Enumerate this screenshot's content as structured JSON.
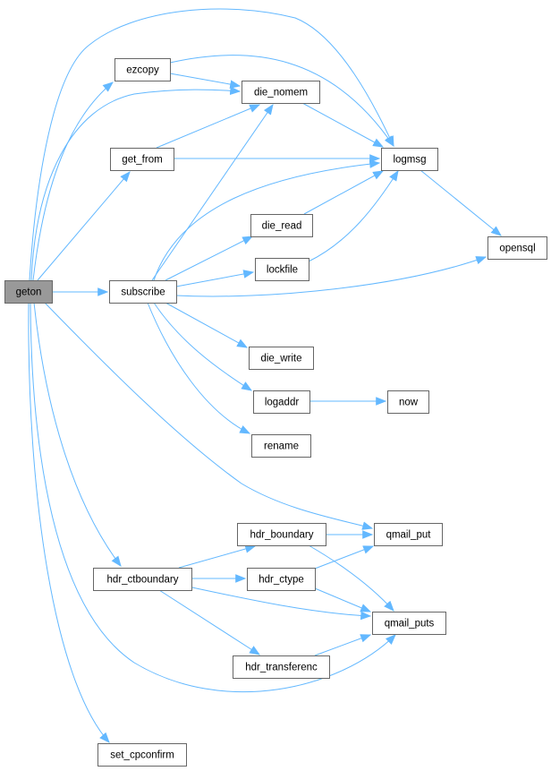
{
  "graph": {
    "root": "geton",
    "edge_color": "#63b8ff",
    "root_fill": "#999999",
    "nodes": [
      "geton",
      "ezcopy",
      "die_nomem",
      "get_from",
      "logmsg",
      "die_read",
      "opensql",
      "lockfile",
      "subscribe",
      "die_write",
      "logaddr",
      "now",
      "rename",
      "hdr_boundary",
      "qmail_put",
      "hdr_ctboundary",
      "hdr_ctype",
      "qmail_puts",
      "hdr_transferenc",
      "set_cpconfirm"
    ],
    "edges": [
      [
        "geton",
        "ezcopy"
      ],
      [
        "geton",
        "logmsg"
      ],
      [
        "geton",
        "die_nomem"
      ],
      [
        "geton",
        "get_from"
      ],
      [
        "geton",
        "subscribe"
      ],
      [
        "geton",
        "qmail_put"
      ],
      [
        "geton",
        "hdr_ctboundary"
      ],
      [
        "geton",
        "qmail_puts"
      ],
      [
        "geton",
        "set_cpconfirm"
      ],
      [
        "ezcopy",
        "logmsg"
      ],
      [
        "ezcopy",
        "die_nomem"
      ],
      [
        "get_from",
        "die_nomem"
      ],
      [
        "get_from",
        "logmsg"
      ],
      [
        "die_nomem",
        "logmsg"
      ],
      [
        "subscribe",
        "die_nomem"
      ],
      [
        "subscribe",
        "logmsg"
      ],
      [
        "subscribe",
        "die_read"
      ],
      [
        "subscribe",
        "lockfile"
      ],
      [
        "subscribe",
        "opensql"
      ],
      [
        "subscribe",
        "die_write"
      ],
      [
        "subscribe",
        "logaddr"
      ],
      [
        "subscribe",
        "rename"
      ],
      [
        "die_read",
        "logmsg"
      ],
      [
        "lockfile",
        "logmsg"
      ],
      [
        "logmsg",
        "opensql"
      ],
      [
        "logaddr",
        "now"
      ],
      [
        "hdr_ctboundary",
        "hdr_boundary"
      ],
      [
        "hdr_ctboundary",
        "hdr_ctype"
      ],
      [
        "hdr_ctboundary",
        "qmail_puts"
      ],
      [
        "hdr_ctboundary",
        "hdr_transferenc"
      ],
      [
        "hdr_boundary",
        "qmail_put"
      ],
      [
        "hdr_boundary",
        "qmail_puts"
      ],
      [
        "hdr_ctype",
        "qmail_put"
      ],
      [
        "hdr_ctype",
        "qmail_puts"
      ],
      [
        "hdr_transferenc",
        "qmail_puts"
      ]
    ]
  }
}
